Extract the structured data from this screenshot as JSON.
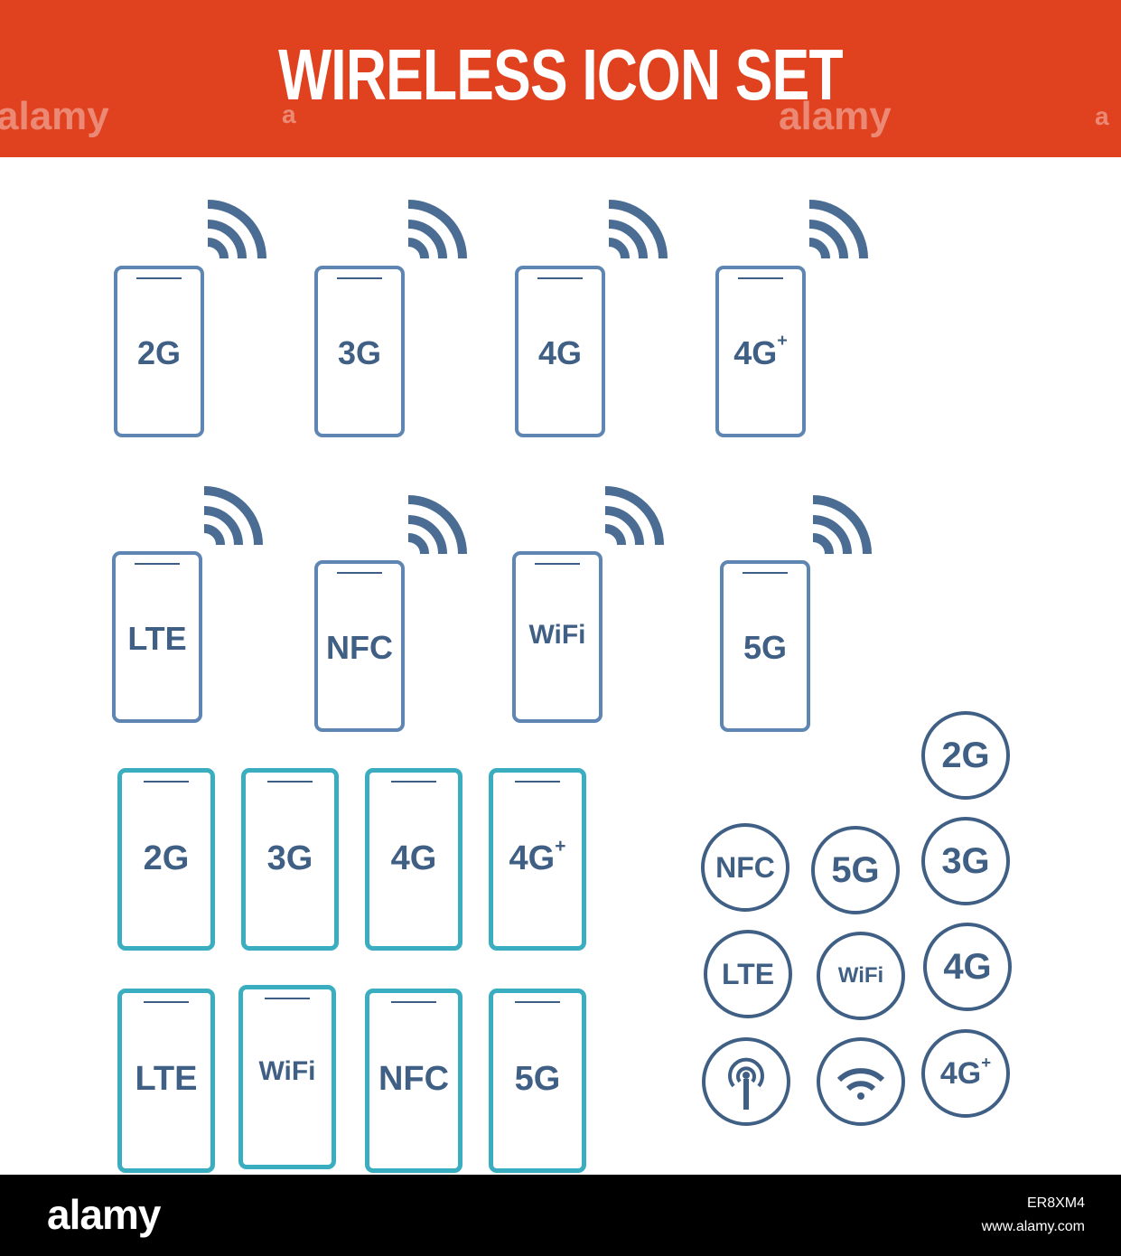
{
  "banner": {
    "title": "WIRELESS ICON SET",
    "color": "#e0411f"
  },
  "watermark": {
    "text": "alamy",
    "short": "a"
  },
  "blue_phones": [
    {
      "label": "2G",
      "sup": ""
    },
    {
      "label": "3G",
      "sup": ""
    },
    {
      "label": "4G",
      "sup": ""
    },
    {
      "label": "4G",
      "sup": "+"
    },
    {
      "label": "LTE",
      "sup": ""
    },
    {
      "label": "NFC",
      "sup": ""
    },
    {
      "label": "WiFi",
      "sup": ""
    },
    {
      "label": "5G",
      "sup": ""
    }
  ],
  "teal_phones": [
    {
      "label": "2G",
      "sup": ""
    },
    {
      "label": "3G",
      "sup": ""
    },
    {
      "label": "4G",
      "sup": ""
    },
    {
      "label": "4G",
      "sup": "+"
    },
    {
      "label": "LTE",
      "sup": ""
    },
    {
      "label": "WiFi",
      "sup": ""
    },
    {
      "label": "NFC",
      "sup": ""
    },
    {
      "label": "5G",
      "sup": ""
    }
  ],
  "badges": [
    {
      "label": "2G",
      "sup": ""
    },
    {
      "label": "NFC",
      "sup": ""
    },
    {
      "label": "5G",
      "sup": ""
    },
    {
      "label": "3G",
      "sup": ""
    },
    {
      "label": "LTE",
      "sup": ""
    },
    {
      "label": "WiFi",
      "sup": ""
    },
    {
      "label": "4G",
      "sup": ""
    },
    {
      "label": "antenna-icon",
      "sup": ""
    },
    {
      "label": "wifi-icon",
      "sup": ""
    },
    {
      "label": "4G",
      "sup": "+"
    }
  ],
  "colors": {
    "phone_blue": "#5f86b2",
    "phone_teal": "#3aaec0",
    "text": "#3f5f85"
  },
  "footer": {
    "logo": "alamy",
    "image_id": "ER8XM4",
    "site": "www.alamy.com"
  }
}
